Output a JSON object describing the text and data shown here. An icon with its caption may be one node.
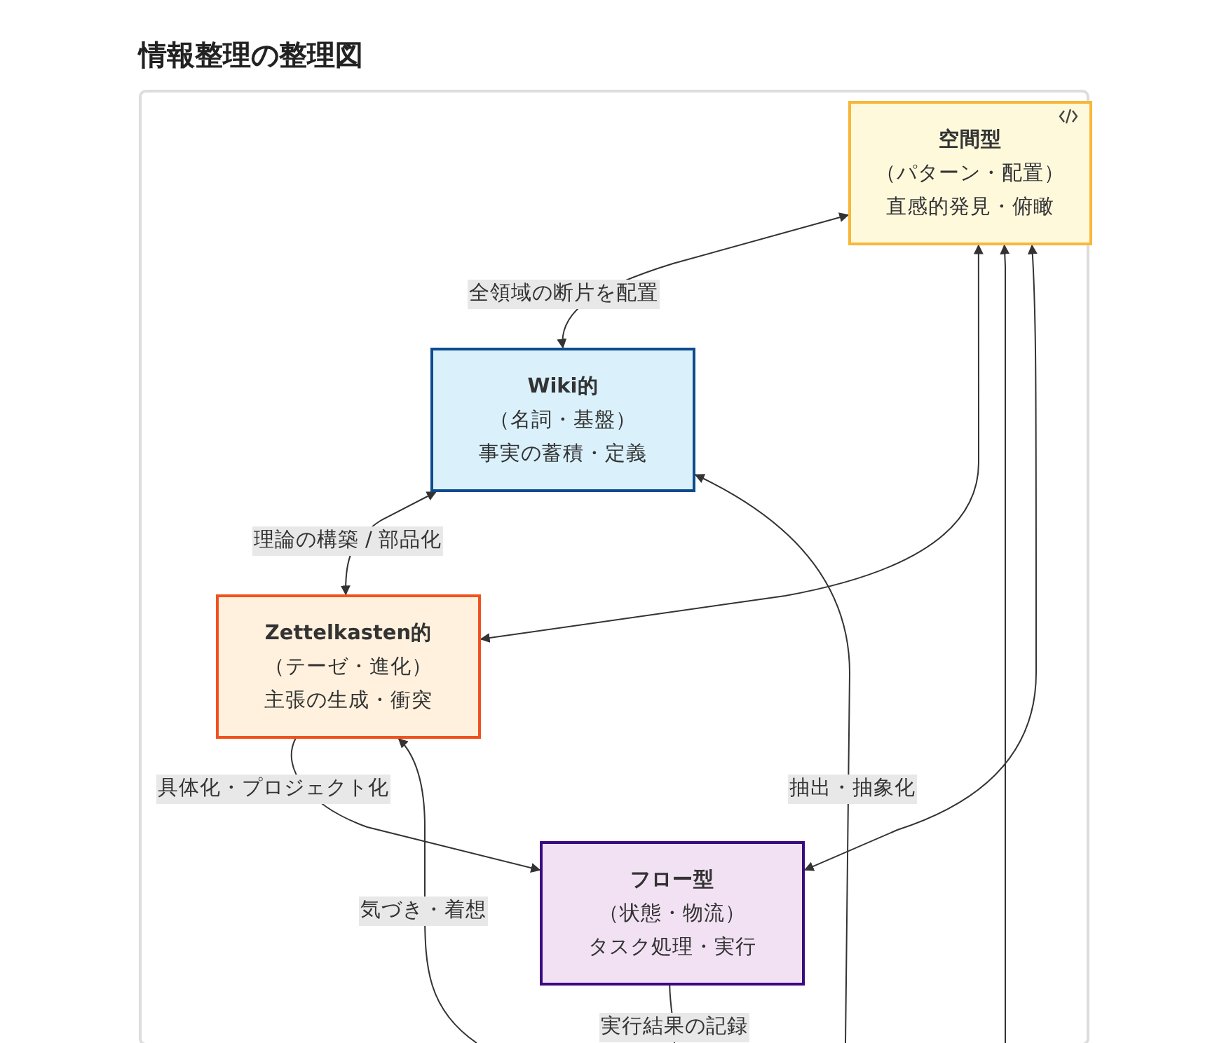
{
  "diagram": {
    "title": "情報整理の整理図",
    "nodes": [
      {
        "text": [
          "空間型",
          "（パターン・配置）",
          "直感的発見・俯瞰"
        ]
      },
      {
        "text": [
          "Wiki的",
          "（名詞・基盤）",
          "事実の蓄積・定義"
        ]
      },
      {
        "text": [
          "Zettelkasten的",
          "（テーゼ・進化）",
          "主張の生成・衝突"
        ]
      },
      {
        "text": [
          "フロー型",
          "（状態・物流）",
          "タスク処理・実行"
        ]
      }
    ],
    "edges": [
      {
        "from": 1,
        "to": 0,
        "arrow": "both",
        "label": "全領域の断片を配置"
      },
      {
        "from": 1,
        "to": 2,
        "arrow": "both",
        "label": "理論の構築 / 部品化"
      },
      {
        "from": 0,
        "to": 2,
        "arrow": "both"
      },
      {
        "from": 2,
        "to": 3,
        "arrow": "to",
        "label": "具体化・プロジェクト化"
      },
      {
        "from": 0,
        "to": 3,
        "arrow": "both"
      },
      {
        "from": 3,
        "to": null,
        "arrow": "none",
        "label": "実行結果の記録"
      },
      {
        "from": null,
        "to": 2,
        "arrow": "to",
        "label": "気づき・着想"
      },
      {
        "from": null,
        "to": 1,
        "arrow": "to",
        "label": "抽出・抽象化"
      },
      {
        "from": null,
        "to": 0,
        "arrow": "to"
      }
    ]
  }
}
